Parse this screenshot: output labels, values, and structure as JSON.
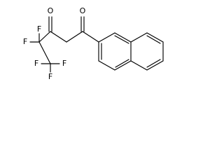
{
  "molecule": {
    "atoms": {
      "f1": "F",
      "f2": "F",
      "f3": "F",
      "f4": "F",
      "f5": "F",
      "o1": "O",
      "o2": "O"
    }
  }
}
